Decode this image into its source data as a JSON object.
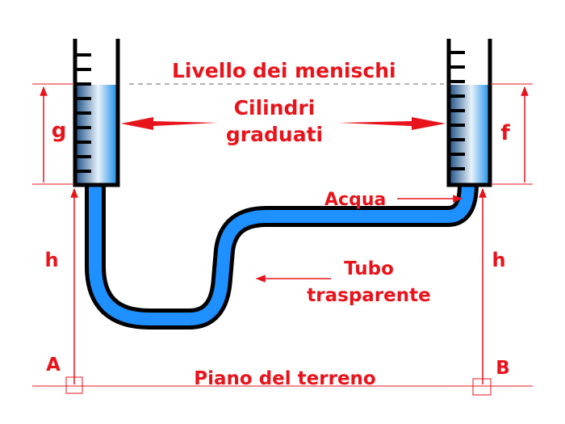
{
  "labels": {
    "meniscus_level": [
      "Livello",
      "dei menischi"
    ],
    "cylinders": [
      "Cilindri",
      "graduati"
    ],
    "water": "Acqua",
    "tube": [
      "Tubo",
      "trasparente"
    ],
    "ground": "Piano del terreno",
    "g": "g",
    "f": "f",
    "h_left": "h",
    "h_right": "h",
    "point_a": "A",
    "point_b": "B"
  },
  "colors": {
    "label": "#e8141c",
    "water": "#1e90ff",
    "outline": "#000000"
  }
}
